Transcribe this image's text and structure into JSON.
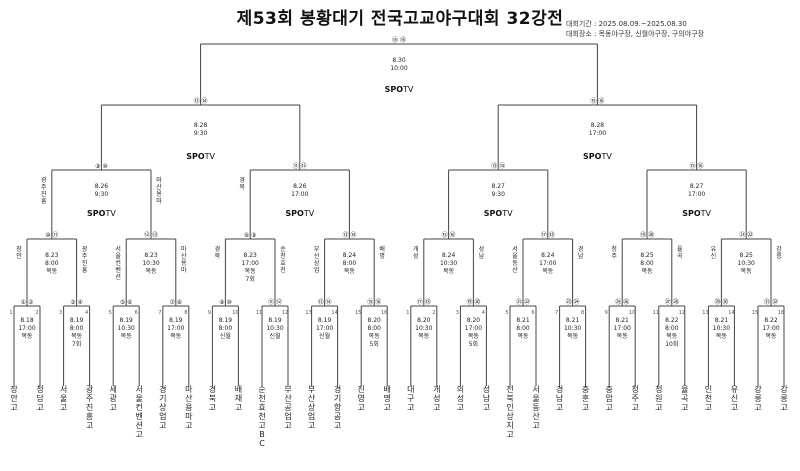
{
  "title": "제53회 봉황대기 전국고교야구대회 32강전",
  "info": {
    "period": "대회기간 : 2025.08.09.~2025.08.30",
    "venue": "대회장소 : 목동야구장, 신월야구장, 구의야구장"
  },
  "broadcaster": "SPOTV",
  "final": {
    "id": "⑮ ⑯",
    "date": "8.30",
    "time": "10:00"
  },
  "semis": [
    {
      "id": "⑬ ⑭",
      "date": "8.28",
      "time": "9:30"
    },
    {
      "id": "⑮ ⑯",
      "date": "8.28",
      "time": "17:00"
    }
  ],
  "quarters": [
    {
      "id": "⑨ ⑩",
      "date": "8.26",
      "time": "9:30",
      "left": "광주진흥",
      "right": "마산용마"
    },
    {
      "id": "⑪ ⑫",
      "date": "8.26",
      "time": "17:00",
      "left": "경북",
      "right": ""
    },
    {
      "id": "⑬ ⑭",
      "date": "8.27",
      "time": "9:30",
      "left": "",
      "right": ""
    },
    {
      "id": "⑮ ⑯",
      "date": "8.27",
      "time": "17:00",
      "left": "",
      "right": ""
    }
  ],
  "r16": [
    {
      "id": "⑩ ⑪",
      "date": "8.23",
      "time": "8:00",
      "venue": "목동",
      "extra": "",
      "left": "장안",
      "right": "광주진흥"
    },
    {
      "id": "⑫ ⑬",
      "date": "8.23",
      "time": "10:30",
      "venue": "목동",
      "extra": "",
      "left": "서울컨벤션",
      "right": "마산용마"
    },
    {
      "id": "⑧ ⑨",
      "date": "8.23",
      "time": "17:00",
      "venue": "목동",
      "extra": "7회",
      "left": "경북",
      "right": "순천효천"
    },
    {
      "id": "⑬ ⑭",
      "date": "8.24",
      "time": "8:00",
      "venue": "목동",
      "extra": "",
      "left": "부산상업",
      "right": "배명"
    },
    {
      "id": "⑮ ⑯",
      "date": "8.24",
      "time": "10:30",
      "venue": "목동",
      "extra": "",
      "left": "개성",
      "right": "성남"
    },
    {
      "id": "⑰ ⑱",
      "date": "8.24",
      "time": "17:00",
      "venue": "목동",
      "extra": "",
      "left": "서울동산",
      "right": "경남"
    },
    {
      "id": "⑲ ⑳",
      "date": "8.25",
      "time": "8:00",
      "venue": "목동",
      "extra": "",
      "left": "청주",
      "right": "율곡"
    },
    {
      "id": "㉑ ㉒",
      "date": "8.25",
      "time": "10:30",
      "venue": "목동",
      "extra": "",
      "left": "유신",
      "right": "강릉"
    }
  ],
  "r32": [
    {
      "id": "① ②",
      "date": "8.18",
      "time": "17:00",
      "venue": "목동",
      "extra": ""
    },
    {
      "id": "③ ④",
      "date": "8.19",
      "time": "8:00",
      "venue": "목동",
      "extra": "7회"
    },
    {
      "id": "⑤ ⑥",
      "date": "8.19",
      "time": "10:30",
      "venue": "목동",
      "extra": ""
    },
    {
      "id": "⑦ ⑧",
      "date": "8.19",
      "time": "17:00",
      "venue": "목동",
      "extra": ""
    },
    {
      "id": "⑨ ⑩",
      "date": "8.19",
      "time": "8:00",
      "venue": "신월",
      "extra": ""
    },
    {
      "id": "⑪ ⑫",
      "date": "8.19",
      "time": "10:30",
      "venue": "신월",
      "extra": ""
    },
    {
      "id": "⑬ ⑭",
      "date": "8.19",
      "time": "17:00",
      "venue": "신월",
      "extra": ""
    },
    {
      "id": "⑮ ⑯",
      "date": "8.20",
      "time": "8:00",
      "venue": "목동",
      "extra": "5회"
    },
    {
      "id": "⑰ ⑱",
      "date": "8.20",
      "time": "10:30",
      "venue": "목동",
      "extra": ""
    },
    {
      "id": "⑲ ⑳",
      "date": "8.20",
      "time": "17:00",
      "venue": "목동",
      "extra": "5회"
    },
    {
      "id": "㉑ ㉒",
      "date": "8.21",
      "time": "8:00",
      "venue": "목동",
      "extra": ""
    },
    {
      "id": "㉓ ㉔",
      "date": "8.21",
      "time": "10:30",
      "venue": "목동",
      "extra": ""
    },
    {
      "id": "㉕ ㉖",
      "date": "8.21",
      "time": "17:00",
      "venue": "목동",
      "extra": ""
    },
    {
      "id": "㉗ ㉘",
      "date": "8.22",
      "time": "8:00",
      "venue": "목동",
      "extra": "10회"
    },
    {
      "id": "㉙ ㉚",
      "date": "8.21",
      "time": "10:30",
      "venue": "목동",
      "extra": ""
    },
    {
      "id": "㉛ ㉜",
      "date": "8.22",
      "time": "17:00",
      "venue": "목동",
      "extra": ""
    }
  ],
  "seeds": [
    "1",
    "2",
    "3",
    "4",
    "5",
    "6",
    "7",
    "8",
    "9",
    "10",
    "11",
    "12",
    "13",
    "14",
    "15",
    "16",
    "1",
    "2",
    "3",
    "4",
    "5",
    "6",
    "7",
    "8",
    "9",
    "10",
    "11",
    "12",
    "13",
    "14",
    "15",
    "16"
  ],
  "teams": [
    "장안고",
    "청담고",
    "서울고",
    "광주진흥고",
    "세광고",
    "서울컨벤션고",
    "경기상업고",
    "마산용마고",
    "경북고",
    "배재고",
    "순천효천고BC",
    "부산공업고",
    "부산상업고",
    "경기항공고",
    "진영고",
    "배명고",
    "대구고",
    "개성고",
    "의성고",
    "성남고",
    "전북인상지고",
    "서울동산고",
    "경남고",
    "충훈고",
    "충암고",
    "청주고",
    "청원고",
    "율곡고",
    "인천고",
    "유신고",
    "강릉고",
    "강릉고"
  ],
  "advancing": [
    "장안",
    "광주진흥",
    "서울컨벤션",
    "마산용마",
    "경북",
    "순천효천",
    "부산상업",
    "배명",
    "개성",
    "성남",
    "서울동산",
    "경남",
    "청주",
    "율곡",
    "유신",
    "강릉"
  ]
}
